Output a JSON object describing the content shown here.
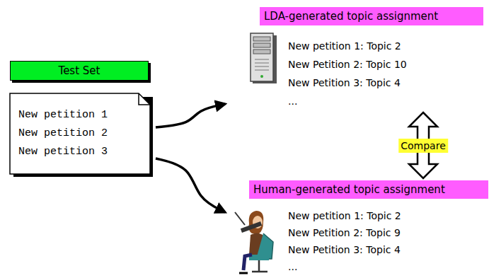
{
  "diagram": {
    "nodes": [
      {
        "text": [
          "Test Set"
        ]
      },
      {
        "text": [
          "New petition 1",
          "New petition 2",
          "New petition 3"
        ]
      },
      {
        "text": [
          "LDA-generated topic assignment",
          "New petition 1: Topic 2",
          "New Petition 2: Topic 10",
          "New Petition 3: Topic 4",
          "..."
        ]
      },
      {
        "text": [
          "Human-generated topic assignment",
          "New petition 1: Topic 2",
          "New Petition 2: Topic 9",
          "New Petition 3: Topic 4",
          "..."
        ]
      }
    ],
    "edges": [
      {
        "from": 1,
        "to": 2,
        "arrow": "to"
      },
      {
        "from": 1,
        "to": 3,
        "arrow": "to"
      },
      {
        "from": 2,
        "to": 3,
        "label": "Compare",
        "arrow": "both"
      }
    ]
  }
}
